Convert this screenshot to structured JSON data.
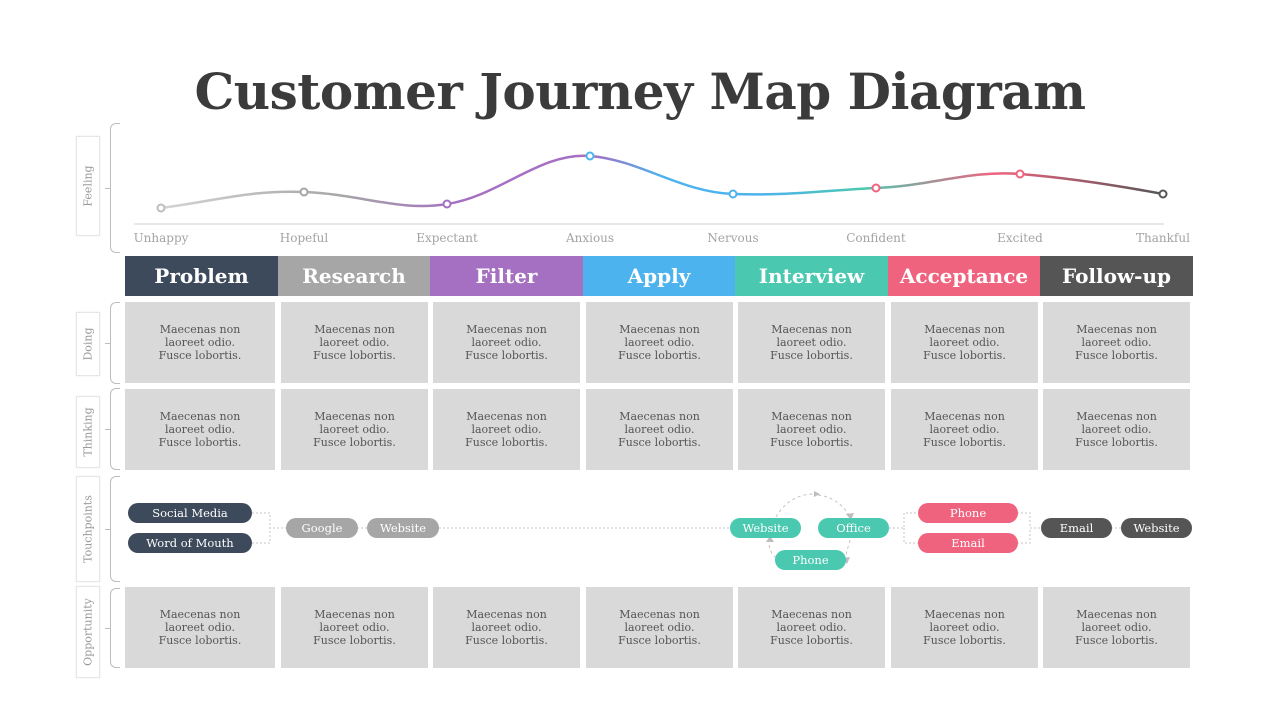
{
  "title": "Customer Journey Map Diagram",
  "row_labels": {
    "feeling": "Feeling",
    "doing": "Doing",
    "thinking": "Thinking",
    "touchpoints": "Touchpoints",
    "opportunity": "Opportunity"
  },
  "feelings": [
    "Unhappy",
    "Hopeful",
    "Expectant",
    "Anxious",
    "Nervous",
    "Confident",
    "Excited",
    "Thankful"
  ],
  "stages": [
    {
      "label": "Problem",
      "color": "#3d4a5c"
    },
    {
      "label": "Research",
      "color": "#a6a6a6"
    },
    {
      "label": "Filter",
      "color": "#a56fc2"
    },
    {
      "label": "Apply",
      "color": "#4db3ee"
    },
    {
      "label": "Interview",
      "color": "#4bc8b0"
    },
    {
      "label": "Acceptance",
      "color": "#f0637f"
    },
    {
      "label": "Follow-up",
      "color": "#555555"
    }
  ],
  "cell_text": "Maecenas non laoreet odio. Fusce lobortis.",
  "touchpoints": {
    "social_media": "Social Media",
    "word_of_mouth": "Word of Mouth",
    "google": "Google",
    "website_research": "Website",
    "website_interview": "Website",
    "office": "Office",
    "phone_interview": "Phone",
    "phone_acceptance": "Phone",
    "email_acceptance": "Email",
    "email_followup": "Email",
    "website_followup": "Website"
  },
  "colors": {
    "title": "#3b3b3b",
    "cell": "#d9d9d9",
    "feeling_gradient": [
      "#cfcfcf",
      "#a6a6a6",
      "#a56fc2",
      "#4db3ee",
      "#4bc8b0",
      "#f0637f",
      "#555555"
    ]
  }
}
